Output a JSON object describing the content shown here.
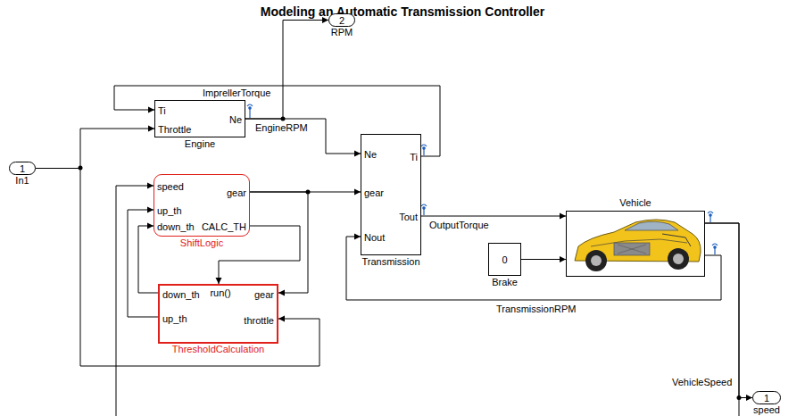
{
  "diagram": {
    "title": "Modeling an Automatic Transmission Controller",
    "nodes": [
      {
        "text": [
          "2",
          "RPM"
        ]
      },
      {
        "text": [
          "Ti",
          "Ne",
          "Throttle",
          "Engine"
        ]
      },
      {
        "text": [
          "1",
          "In1"
        ]
      },
      {
        "text": [
          "speed",
          "gear",
          "up_th",
          "down_th",
          "CALC_TH",
          "ShiftLogic"
        ]
      },
      {
        "text": [
          "Ne",
          "Ti",
          "gear",
          "Tout",
          "Nout",
          "Transmission"
        ]
      },
      {
        "text": [
          "Vehicle"
        ]
      },
      {
        "text": [
          "0",
          "Brake"
        ]
      },
      {
        "text": [
          "down_th",
          "run()",
          "gear",
          "up_th",
          "throttle",
          "ThresholdCalculation"
        ]
      },
      {
        "text": [
          "1",
          "speed"
        ]
      }
    ],
    "edges": [
      {
        "from": 2,
        "to": 1,
        "arrow": "to"
      },
      {
        "from": 2,
        "to": 7,
        "arrow": "to"
      },
      {
        "from": 1,
        "to": 0,
        "arrow": "to"
      },
      {
        "from": 1,
        "to": 4,
        "label": "EngineRPM",
        "arrow": "to"
      },
      {
        "from": 4,
        "to": 1,
        "label": "ImprellerTorque",
        "arrow": "to"
      },
      {
        "from": 3,
        "to": 4,
        "arrow": "to"
      },
      {
        "from": 3,
        "to": 7,
        "arrow": "to"
      },
      {
        "from": 3,
        "to": 7,
        "arrow": "to"
      },
      {
        "from": 7,
        "to": 3,
        "arrow": "to"
      },
      {
        "from": 7,
        "to": 3,
        "arrow": "to"
      },
      {
        "from": 4,
        "to": 5,
        "label": "OutputTorque",
        "arrow": "to"
      },
      {
        "from": 6,
        "to": 5,
        "arrow": "to"
      },
      {
        "from": 5,
        "to": 4,
        "label": "TransmissionRPM",
        "arrow": "to"
      },
      {
        "from": 5,
        "to": 8,
        "label": "VehicleSpeed",
        "arrow": "to"
      },
      {
        "from": 5,
        "to": 3,
        "arrow": "to"
      }
    ]
  }
}
